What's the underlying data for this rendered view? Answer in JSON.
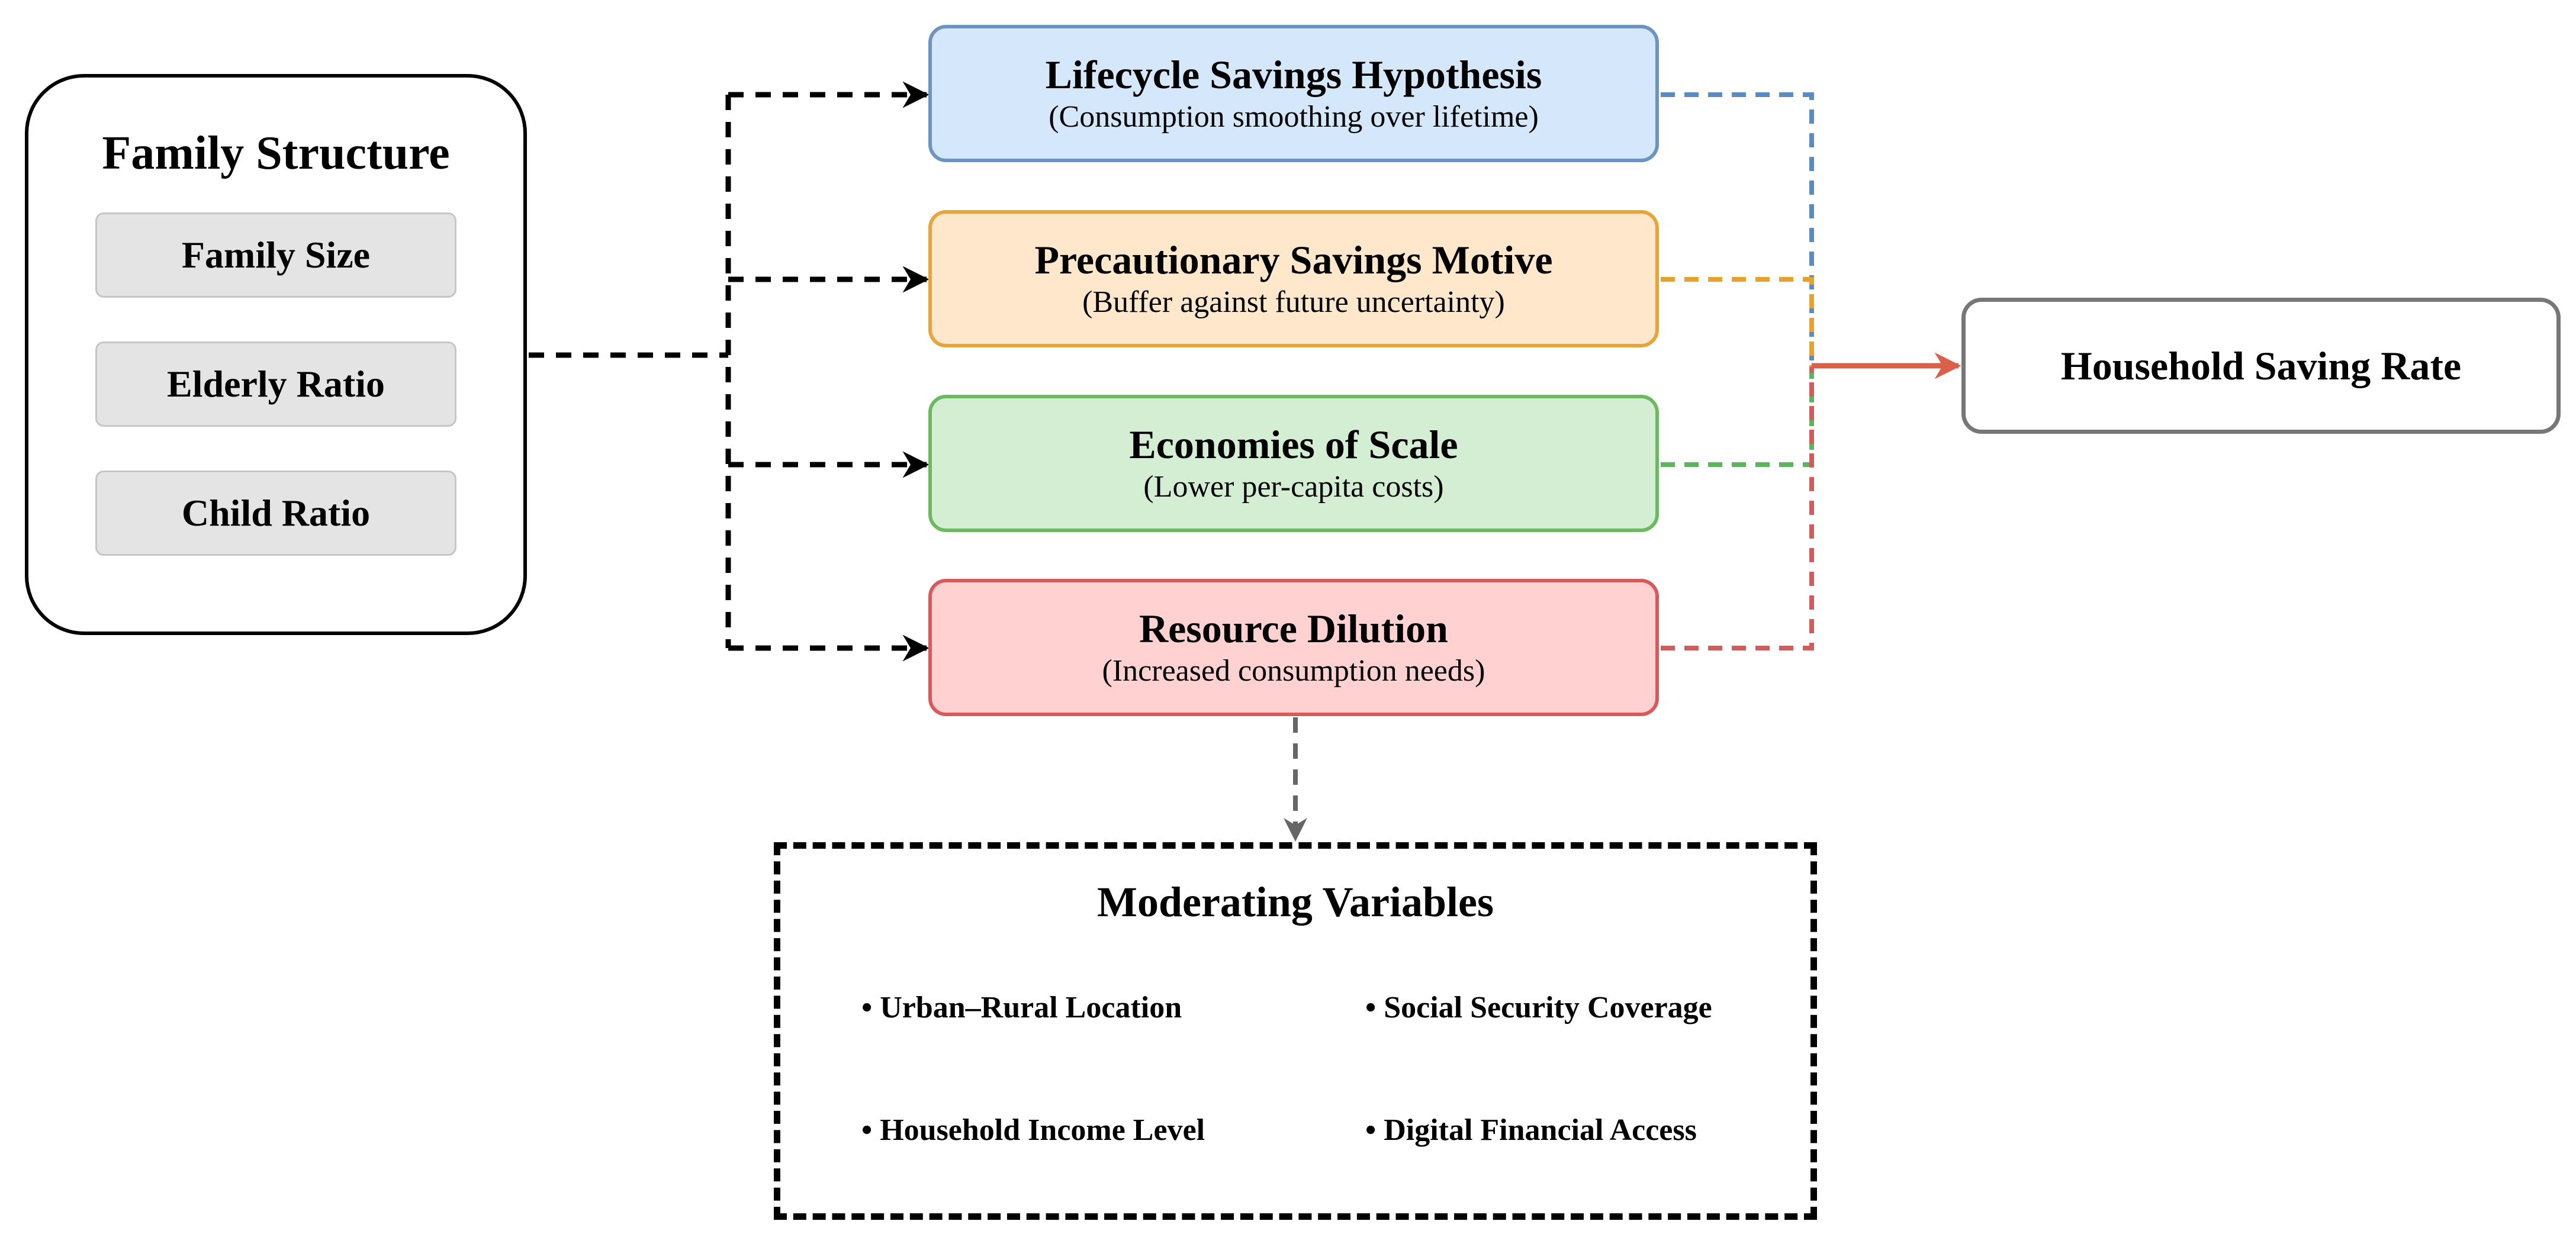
{
  "source": {
    "title": "Family Structure",
    "items": [
      "Family Size",
      "Elderly Ratio",
      "Child Ratio"
    ]
  },
  "mechanisms": [
    {
      "title": "Lifecycle Savings Hypothesis",
      "subtitle": "(Consumption smoothing over lifetime)",
      "fill": "#d5e8fb",
      "stroke": "#6c94c3",
      "line_color": "#5b8bc2"
    },
    {
      "title": "Precautionary Savings Motive",
      "subtitle": "(Buffer against future uncertainty)",
      "fill": "#ffe7cc",
      "stroke": "#e6a53a",
      "line_color": "#e7a12d"
    },
    {
      "title": "Economies of Scale",
      "subtitle": "(Lower per-capita costs)",
      "fill": "#d4eed4",
      "stroke": "#6cba5f",
      "line_color": "#5cb45c"
    },
    {
      "title": "Resource Dilution",
      "subtitle": "(Increased consumption needs)",
      "fill": "#ffd1d1",
      "stroke": "#d95a5a",
      "line_color": "#d25c5c"
    }
  ],
  "outcome": {
    "title": "Household Saving Rate"
  },
  "moderators": {
    "title": "Moderating Variables",
    "items": [
      "• Urban–Rural Location",
      "• Social Security Coverage",
      "• Household Income Level",
      "• Digital Financial Access"
    ]
  },
  "colors": {
    "arrow_to_outcome": "#d96049",
    "moderator_link": "#666666",
    "source_arrows": "#000000"
  }
}
